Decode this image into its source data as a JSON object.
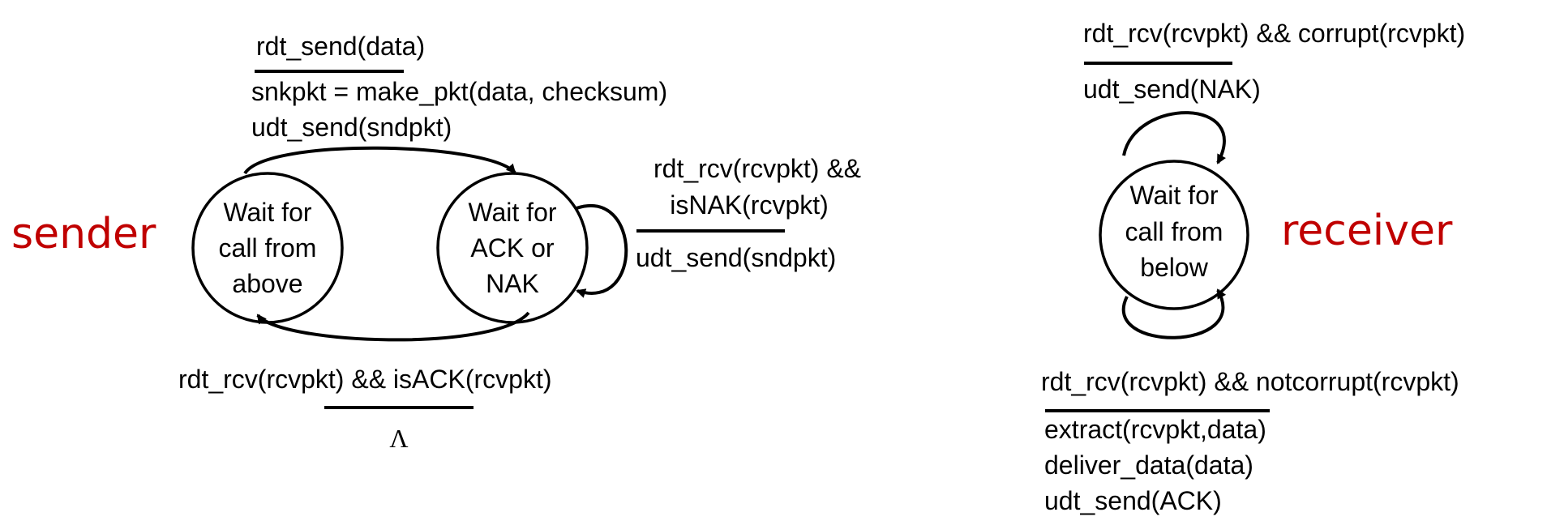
{
  "colors": {
    "role_label": "#c00000",
    "stroke": "#000000",
    "text": "#000000"
  },
  "sender": {
    "role_label": "sender",
    "states": {
      "wait_above": [
        "Wait for",
        "call from",
        "above"
      ],
      "wait_ack": [
        "Wait for",
        "ACK or",
        "NAK"
      ]
    },
    "send_transition": {
      "event": "rdt_send(data)",
      "actions": [
        "snkpkt = make_pkt(data, checksum)",
        "udt_send(sndpkt)"
      ]
    },
    "nak_transition": {
      "event": [
        "rdt_rcv(rcvpkt) &&",
        "isNAK(rcvpkt)"
      ],
      "action": "udt_send(sndpkt)"
    },
    "ack_transition": {
      "event": "rdt_rcv(rcvpkt) && isACK(rcvpkt)",
      "action": "Λ"
    }
  },
  "receiver": {
    "role_label": "receiver",
    "state": [
      "Wait for",
      "call from",
      "below"
    ],
    "corrupt_transition": {
      "event": "rdt_rcv(rcvpkt) && corrupt(rcvpkt)",
      "action": "udt_send(NAK)"
    },
    "ok_transition": {
      "event": "rdt_rcv(rcvpkt) &&  notcorrupt(rcvpkt)",
      "actions": [
        "extract(rcvpkt,data)",
        "deliver_data(data)",
        "udt_send(ACK)"
      ]
    }
  }
}
